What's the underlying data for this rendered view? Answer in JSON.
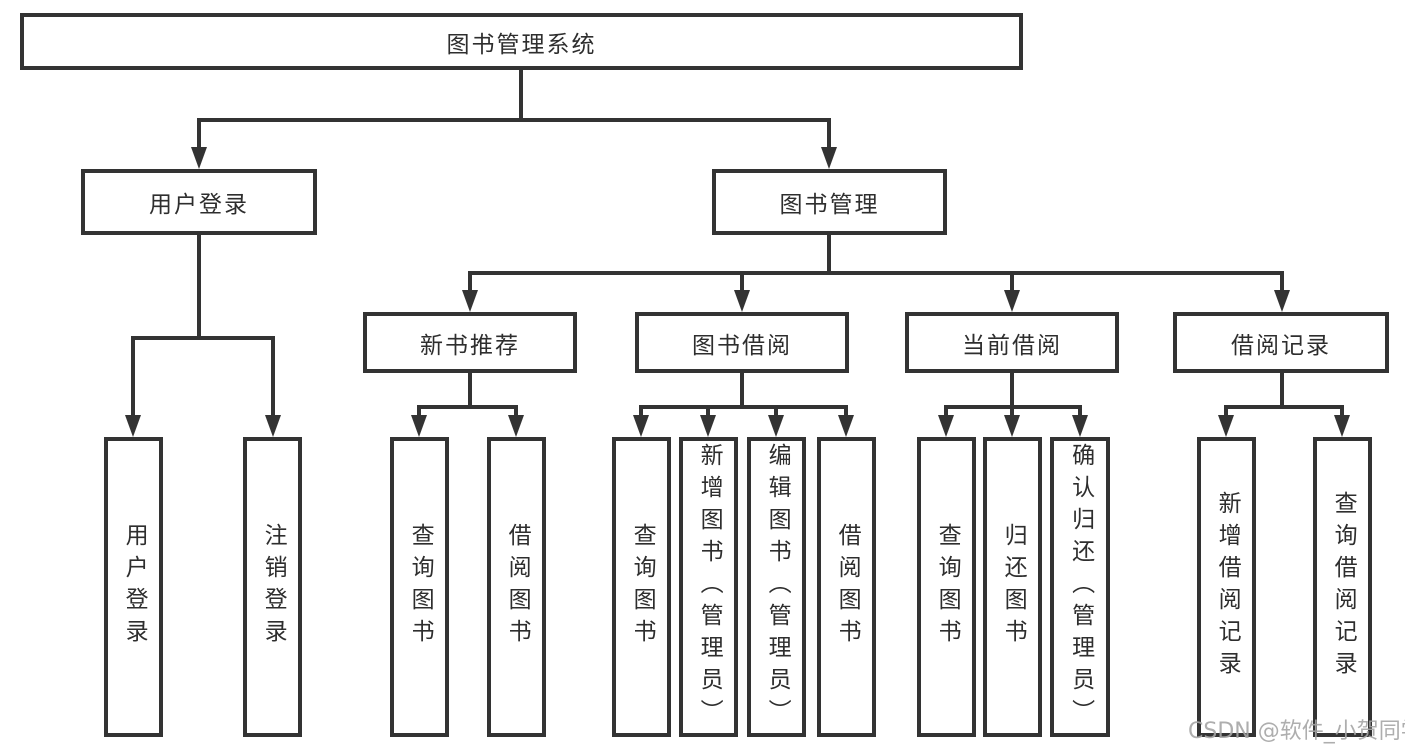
{
  "nodes": {
    "root": "图书管理系统",
    "user_login": "用户登录",
    "book_mgmt": "图书管理",
    "new_book_rec": "新书推荐",
    "book_borrowing": "图书借阅",
    "current_borrowing": "当前借阅",
    "borrow_records": "借阅记录",
    "leaf_user_login": "用户登录",
    "leaf_logout": "注销登录",
    "leaf_query_books_newrec": "查询图书",
    "leaf_borrow_books_newrec": "借阅图书",
    "leaf_query_books_borrow": "查询图书",
    "leaf_add_books_admin": "新增图书（管理员）",
    "leaf_edit_books_admin": "编辑图书（管理员）",
    "leaf_borrow_books_borrow": "借阅图书",
    "leaf_query_books_current": "查询图书",
    "leaf_return_books": "归还图书",
    "leaf_confirm_return_admin": "确认归还（管理员）",
    "leaf_add_borrow_record": "新增借阅记录",
    "leaf_query_borrow_record": "查询借阅记录"
  },
  "watermark": {
    "text": "CSDN @软件_小贺同学"
  },
  "colors": {
    "line": "#333333",
    "text": "#2e2e2e",
    "watermark": "#a6a6a6",
    "background": "#ffffff"
  }
}
